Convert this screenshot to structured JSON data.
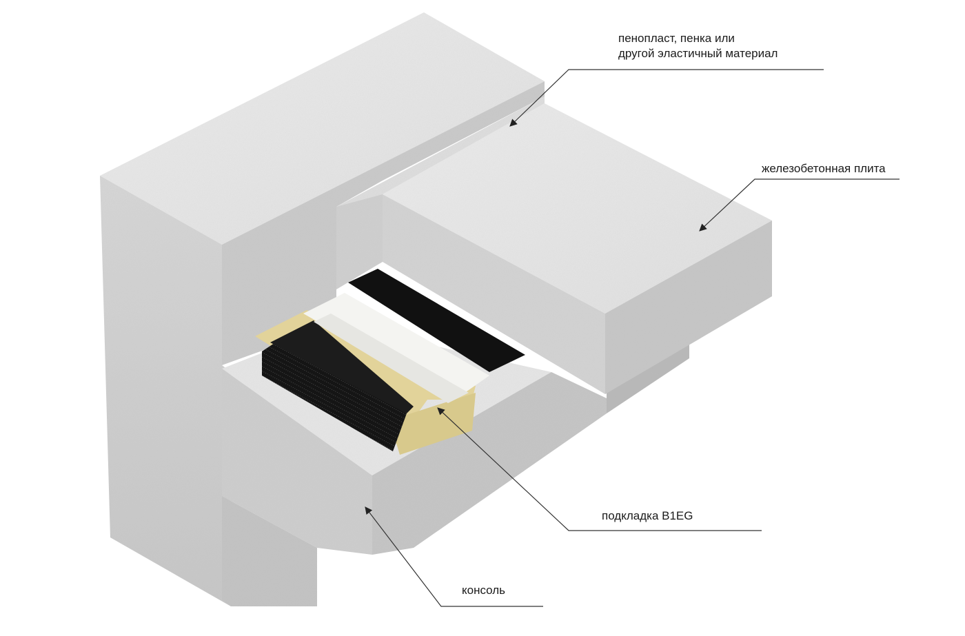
{
  "labels": {
    "foam_line1": "пенопласт, пенка или",
    "foam_line2": "другой эластичный материал",
    "slab": "железобетонная плита",
    "pad": "подкладка B1EG",
    "console": "консоль"
  },
  "colors": {
    "concrete_top": "#e9e9e9",
    "concrete_front": "#cfcfcf",
    "concrete_side": "#bdbdbd",
    "pad_black": "#141414",
    "pad_white": "#f4f4f1",
    "pad_yellow": "#e2d39a",
    "leader_line": "#333333"
  }
}
